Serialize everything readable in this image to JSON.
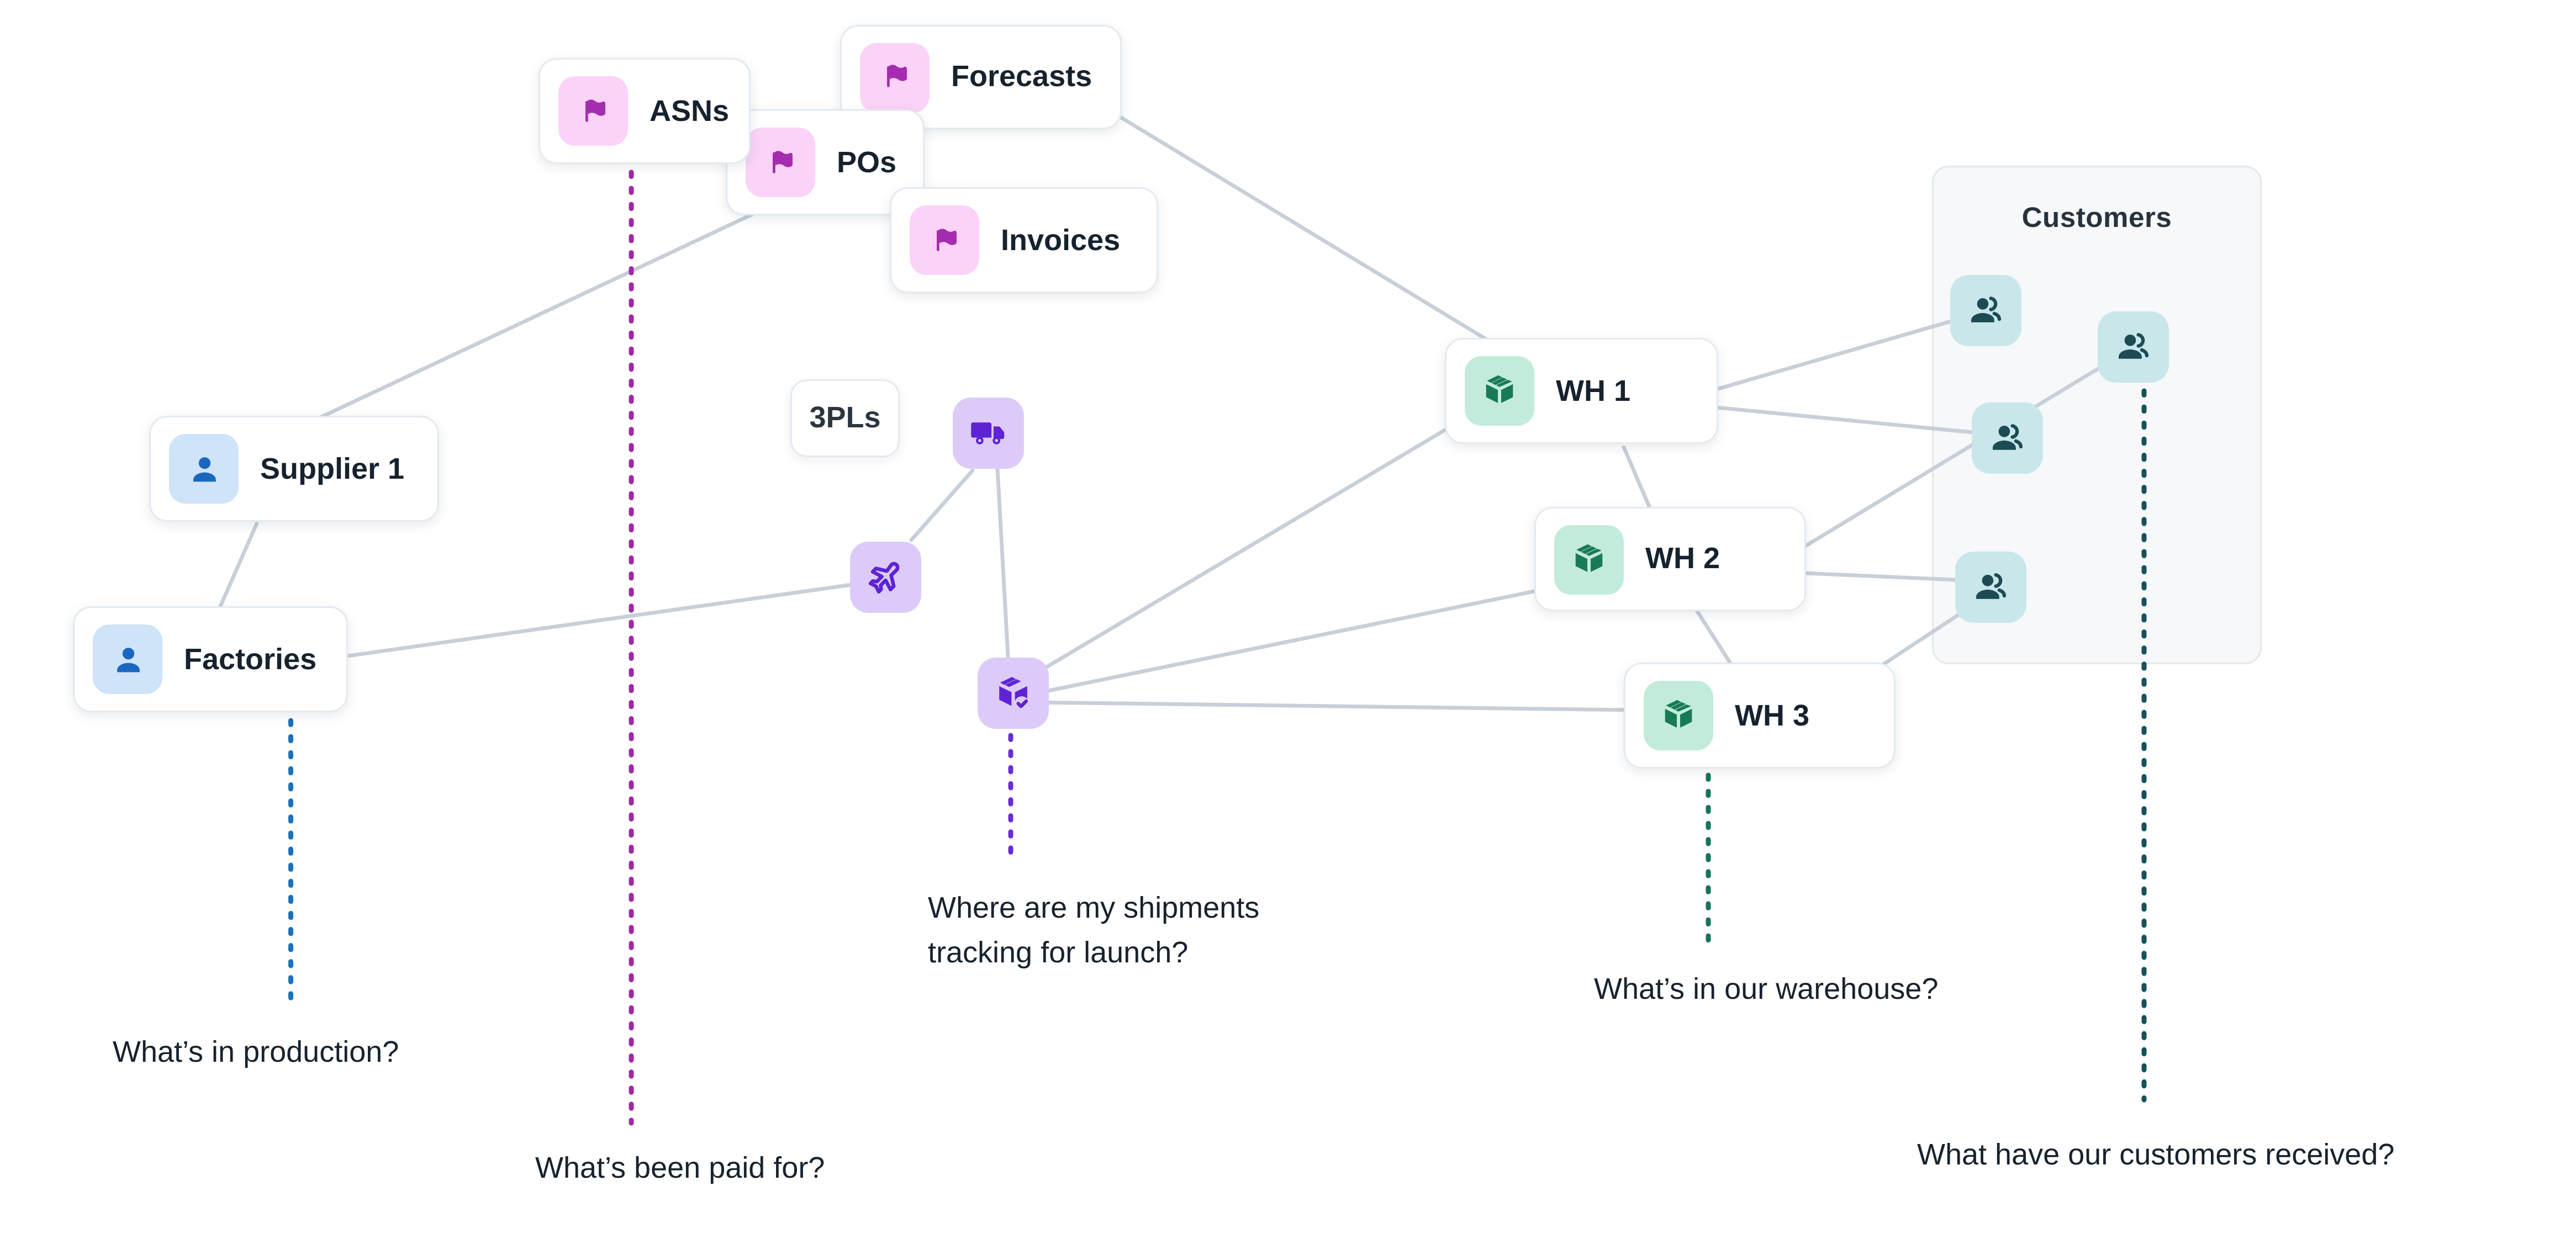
{
  "diagram": {
    "nodes": {
      "forecasts": {
        "label": "Forecasts"
      },
      "asns": {
        "label": "ASNs"
      },
      "pos": {
        "label": "POs"
      },
      "invoices": {
        "label": "Invoices"
      },
      "supplier1": {
        "label": "Supplier 1"
      },
      "factories": {
        "label": "Factories"
      },
      "pls3": {
        "label": "3PLs"
      },
      "wh1": {
        "label": "WH 1"
      },
      "wh2": {
        "label": "WH 2"
      },
      "wh3": {
        "label": "WH 3"
      }
    },
    "customers_panel": {
      "title": "Customers"
    },
    "questions": {
      "production": "What’s in production?",
      "paid": "What’s been paid for?",
      "shipments_line1": "Where are my shipments",
      "shipments_line2": "tracking for launch?",
      "warehouse": "What’s in our warehouse?",
      "received": "What have our customers received?"
    },
    "colors": {
      "edge": "#c8cfd8",
      "card_border": "#e4eaf0",
      "flag_tile": "#fbd3f8",
      "flag_icon": "#a42cae",
      "person_tile": "#cfe3f9",
      "person_icon": "#1a67bf",
      "logistics_tile": "#dccbf8",
      "logistics_icon": "#5e23d3",
      "warehouse_tile": "#c2ecd9",
      "warehouse_icon": "#197a56",
      "customer_tile": "#c9e7ea",
      "customer_icon": "#1c4b53",
      "dotted_production": "#1b71ba",
      "dotted_paid": "#a326a8",
      "dotted_shipments": "#6a2cd9",
      "dotted_warehouse": "#14735c",
      "dotted_received": "#15525a",
      "text": "#16222e"
    }
  }
}
